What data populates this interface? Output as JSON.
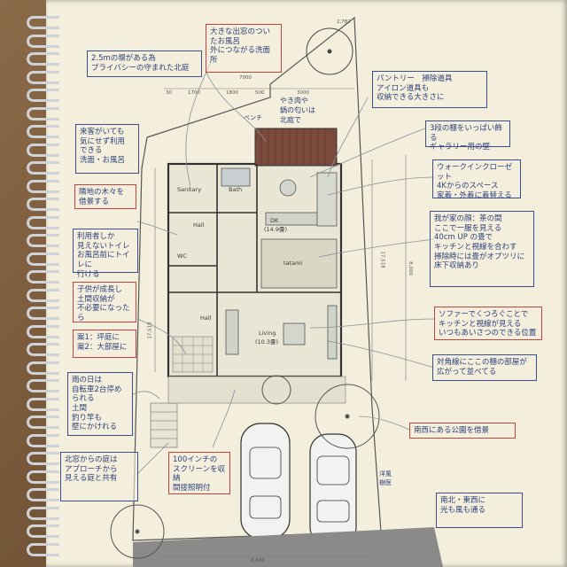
{
  "notes": {
    "bath_window": "大きな出窓のついたお風呂\n外につながる洗面所",
    "north_garden": "2.5mの塀がある為\nプライバシーの守まれた北庭",
    "pantry": "パントリー　掃除道具\nアイロン道具も\n収納できる大きさに",
    "sky": "やき肉や\n鍋の匂いは\n北庭で",
    "bench": "ベンチ",
    "wall": "3段の棚をいっぱい飾る\nギャラリー用の壁",
    "closet": "ウォークインクローゼット\n4Kからのスペース\n家着・外着に着替える",
    "guests": "来客がいても\n気にせず利用\nできる\n洗面・お風呂",
    "plants": "隣地の木々を\n借景する",
    "kitchen_view": "我が家の顔：茶の間\nここで一服を見える\n40cm UP の畳で\nキッチンと視線を合わす\n掃除時には畳がオプツリに\n床下収納あり",
    "toilet": "利用者しか\n見えないトイレ\nお風呂前にトイレに\n行ける",
    "kids": "子供が成長し\n土間収納が\n不必要になったら",
    "kids_idea": "案1：坪庭に\n案2：大部屋に",
    "sofa": "ソファーでくつろぐことで\nキッチンと視線が見える\nいつもあいさつのできる位置",
    "rain": "雨の日は\n自転車2台停められる\n土間\n釣り竿も\n壁にかけれる",
    "diagonal": "対角線にここの棚の部屋が\n広がって並べてる",
    "park": "南西にある公園を借景",
    "approach": "北窓からの庭は\nアプローチから\n見える庭と共有",
    "screen": "100インチの\nスクリーンを収納\n間接照明付",
    "west_tree": "洋風\n樹医",
    "sun": "南北・東西に\n光も風も通る"
  },
  "rooms": {
    "sanitary": "Sanitary",
    "bath": "Bath",
    "dk": "DK",
    "dk_size": "(14.9畳)",
    "tatami": "tatami",
    "wc": "WC",
    "hall1": "Hall",
    "hall2": "Hall",
    "living": "Living",
    "living_size": "(10.3畳)"
  },
  "dims": {
    "top_total": "7000",
    "d1": "1700",
    "d2": "1800",
    "d3": "500",
    "d4": "3000",
    "d5": "30",
    "right_total": "17,518",
    "bottom_total": "8,836",
    "top_right": "2,782",
    "left_total": "17,518",
    "inner": "8,000"
  }
}
